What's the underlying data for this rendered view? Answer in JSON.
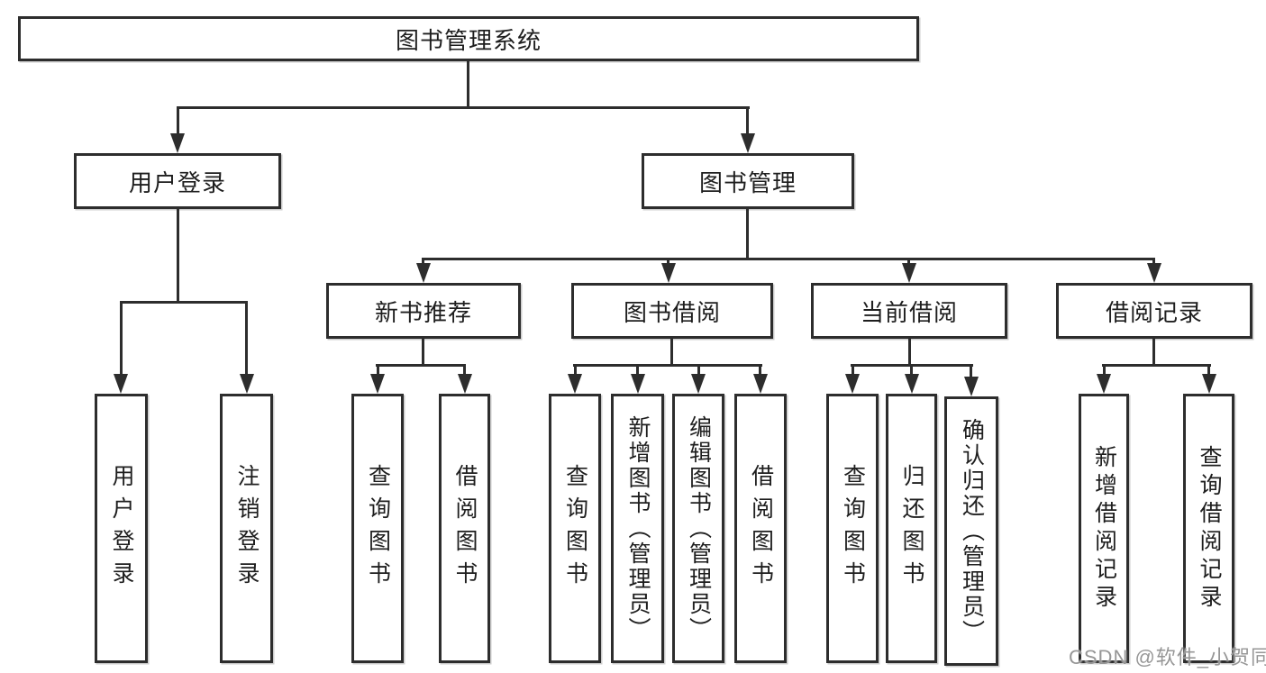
{
  "diagram": {
    "root": {
      "label": "图书管理系统"
    },
    "level2": [
      {
        "label": "用户登录",
        "children": [
          "用户登录",
          "注销登录"
        ]
      },
      {
        "label": "图书管理",
        "children": [
          "新书推荐",
          "图书借阅",
          "当前借阅",
          "借阅记录"
        ]
      }
    ],
    "level3": [
      {
        "label": "新书推荐",
        "children": [
          "查询图书",
          "借阅图书"
        ]
      },
      {
        "label": "图书借阅",
        "children": [
          "查询图书",
          "新增图书（管理员）",
          "编辑图书（管理员）",
          "借阅图书"
        ]
      },
      {
        "label": "当前借阅",
        "children": [
          "查询图书",
          "归还图书",
          "确认归还（管理员）"
        ]
      },
      {
        "label": "借阅记录",
        "children": [
          "新增借阅记录",
          "查询借阅记录"
        ]
      }
    ]
  },
  "watermark": {
    "text": "CSDN @软件_小贺同学"
  },
  "colors": {
    "line": "#2d2d2d",
    "text": "#1e1e1e",
    "box_fill": "#ffffff",
    "background": "#ffffff",
    "watermark": "#969696"
  }
}
